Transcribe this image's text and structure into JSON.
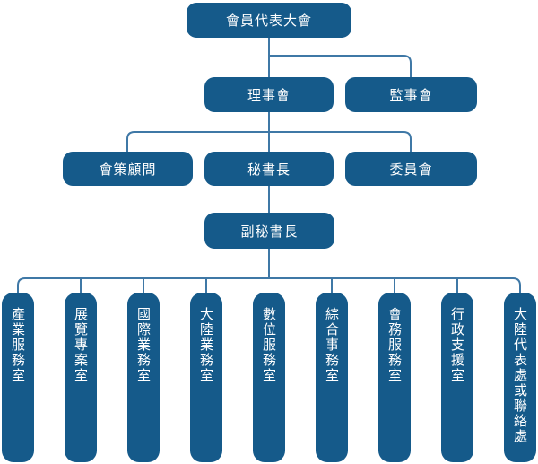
{
  "chart": {
    "root": "會員代表大會",
    "board": "理事會",
    "supervisors": "監事會",
    "advisory": "會策顧問",
    "secretary_general": "秘書長",
    "committee": "委員會",
    "deputy_secretary_general": "副秘書長",
    "offices": [
      "產業服務室",
      "展覽專案室",
      "國際業務室",
      "大陸業務室",
      "數位服務室",
      "綜合事務室",
      "會務服務室",
      "行政支援室",
      "大陸代表處或聯絡處"
    ]
  },
  "colors": {
    "box": "#155a8a",
    "connector": "#3f78a6",
    "text": "#ffffff"
  }
}
